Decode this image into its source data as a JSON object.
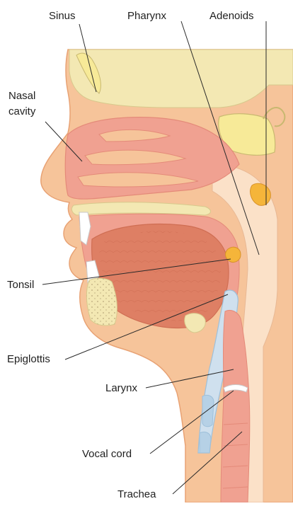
{
  "labels": {
    "sinus": "Sinus",
    "pharynx": "Pharynx",
    "adenoids": "Adenoids",
    "nasal_cavity_line1": "Nasal",
    "nasal_cavity_line2": "cavity",
    "tonsil": "Tonsil",
    "epiglottis": "Epiglottis",
    "larynx": "Larynx",
    "vocal_cord": "Vocal cord",
    "trachea": "Trachea"
  },
  "colors": {
    "skin": "#f6c49a",
    "skin_edge": "#e8a274",
    "airway": "#f0a191",
    "airway_dark": "#e48a79",
    "bone": "#f3e8b3",
    "bone_dots": "#b8a87a",
    "tongue": "#de7f64",
    "tongue_dark": "#cf6e53",
    "cartilage": "#cfe0ee",
    "cartilage_edge": "#9ec0da",
    "tissue_light": "#fbe1c8",
    "adenoid": "#f5b53a",
    "sinus_yellow": "#f7ea98"
  }
}
